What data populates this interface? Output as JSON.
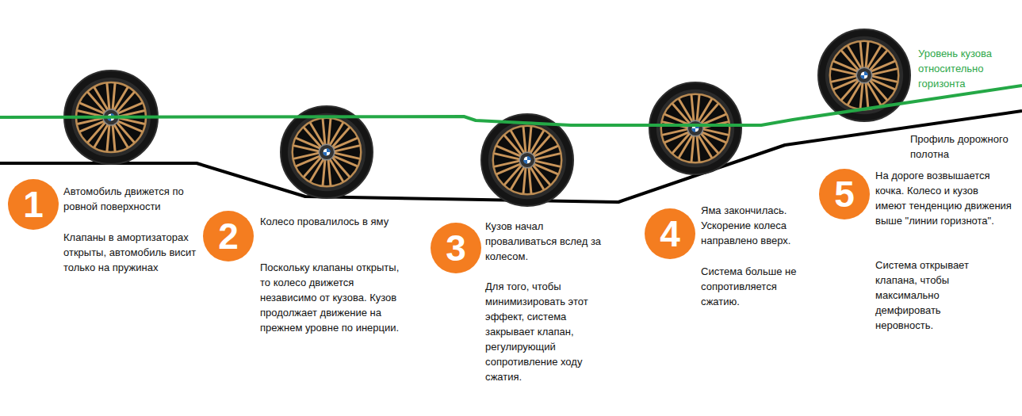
{
  "diagram": {
    "nodes": [
      {
        "text": [
          "1"
        ]
      },
      {
        "text": [
          "2"
        ]
      },
      {
        "text": [
          "3"
        ]
      },
      {
        "text": [
          "4"
        ]
      },
      {
        "text": [
          "5"
        ]
      }
    ],
    "labels": [
      "Автомобиль движется по ровной поверхности",
      "Клапаны в амортизаторах открыты, автомобиль висит только на пружинах",
      "Колесо провалилось в яму",
      "Поскольку клапаны открыты, то колесо движется независимо от кузова. Кузов продолжает движение на прежнем уровне по инерции.",
      "Кузов начал проваливаться вслед за колесом.",
      "Для того, чтобы минимизировать этот эффект, система закрывает клапан, регулирующий сопротивление ходу сжатия.",
      "Яма закончилась. Ускорение колеса направлено вверх.",
      "Система больше не сопротивляется сжатию.",
      "На дороге возвышается кочка. Колесо и кузов имеют тенденцию движения выше \"линии горизнота\".",
      "Система открывает клапана, чтобы максимально демфировать неровность.",
      "Уровень кузова относительно горизонта",
      "Профиль дорожного полотна"
    ]
  }
}
